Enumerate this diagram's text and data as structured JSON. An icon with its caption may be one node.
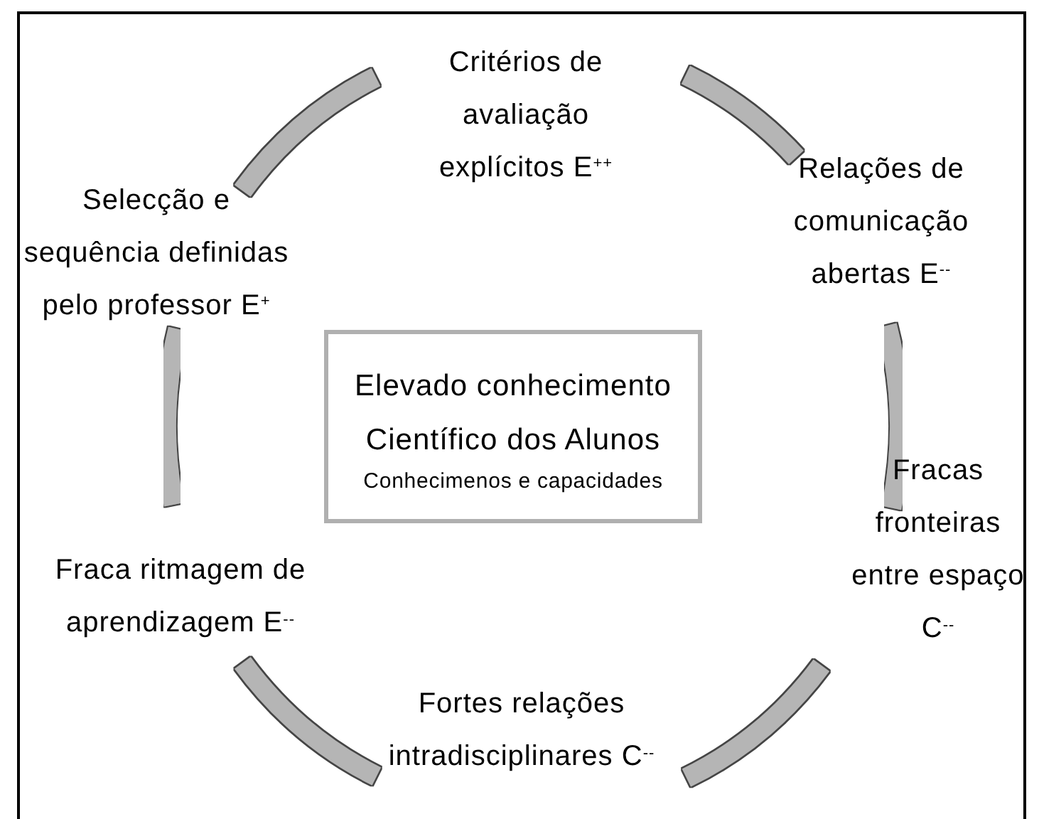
{
  "diagram": {
    "nodes": [
      {
        "text": [
          "Critérios de avaliação explícitos E$^{++}$"
        ]
      },
      {
        "text": [
          "Relações de comunicação abertas E$^{--}$"
        ]
      },
      {
        "text": [
          "Fracas fronteiras entre espaço C$^{--}$"
        ]
      },
      {
        "text": [
          "Fortes relações intradisciplinares C$^{--}$"
        ]
      },
      {
        "text": [
          "Fraca ritmagem de aprendizagem E$^{--}$"
        ]
      },
      {
        "text": [
          "Selecção e sequência definidas pelo professor E$^{+}$"
        ]
      },
      {
        "text": [
          "Elevado conhecimento Científico dos Alunos",
          "Conhecimenos e capacidades"
        ]
      }
    ],
    "edges": [
      {
        "from": 0,
        "to": 1,
        "arrow": "none"
      },
      {
        "from": 1,
        "to": 2,
        "arrow": "none"
      },
      {
        "from": 2,
        "to": 3,
        "arrow": "none"
      },
      {
        "from": 3,
        "to": 4,
        "arrow": "none"
      },
      {
        "from": 4,
        "to": 5,
        "arrow": "none"
      },
      {
        "from": 5,
        "to": 0,
        "arrow": "none"
      }
    ]
  }
}
